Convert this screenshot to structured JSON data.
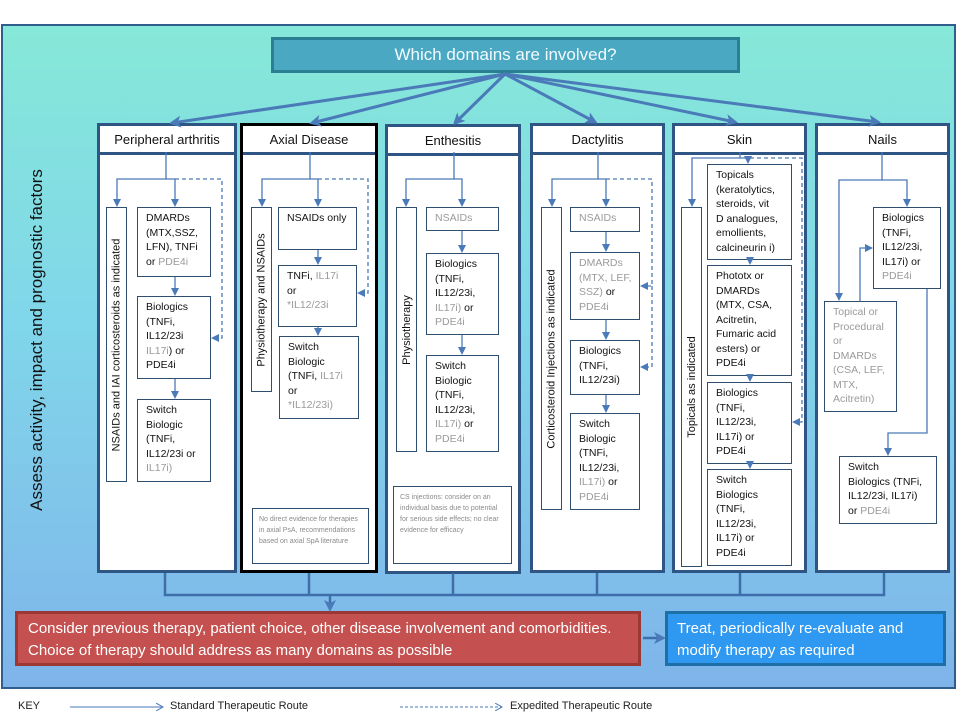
{
  "question": "Which domains are involved?",
  "side_label": "Assess activity, impact and prognostic factors",
  "colors": {
    "background_top": "#86e8d8",
    "background_bottom": "#7fb4ea",
    "question_box": "#4aa8c2",
    "red_box": "#c4504f",
    "blue_box": "#2f98f0",
    "line": "#4a7ab8",
    "grey_text": "#9a9a9a"
  },
  "domains": [
    {
      "title": "Peripheral arthritis",
      "vertical": {
        "parts": [
          {
            "t": "NSAIDs and ",
            "grey": false
          },
          {
            "t": "IAI corticosteroids",
            "grey": true
          },
          {
            "t": " as indicated",
            "grey": false
          }
        ]
      },
      "boxes": [
        [
          [
            {
              "t": "DMARDs",
              "grey": false
            }
          ],
          [
            {
              "t": "(MTX,SSZ,",
              "grey": false
            }
          ],
          [
            {
              "t": "LFN), TNFi",
              "grey": false
            }
          ],
          [
            {
              "t": "or ",
              "grey": false
            },
            {
              "t": "PDE4i",
              "grey": true
            }
          ]
        ],
        [
          [
            {
              "t": "Biologics",
              "grey": false
            }
          ],
          [
            {
              "t": "(TNFi,",
              "grey": false
            }
          ],
          [
            {
              "t": "IL12/23i",
              "grey": false
            }
          ],
          [
            {
              "t": "IL17i",
              "grey": true
            },
            {
              "t": ") or",
              "grey": false
            }
          ],
          [
            {
              "t": "PDE4i",
              "grey": false
            }
          ]
        ],
        [
          [
            {
              "t": "Switch",
              "grey": false
            }
          ],
          [
            {
              "t": "Biologic",
              "grey": false
            }
          ],
          [
            {
              "t": "(TNFi,",
              "grey": false
            }
          ],
          [
            {
              "t": "IL12/23i or",
              "grey": false
            }
          ],
          [
            {
              "t": "IL17i)",
              "grey": true
            }
          ]
        ]
      ]
    },
    {
      "title": "Axial Disease",
      "vertical": {
        "parts": [
          {
            "t": "Physiotherapy and NSAIDs",
            "grey": false
          }
        ]
      },
      "boxes": [
        [
          [
            {
              "t": "NSAIDs only",
              "grey": false
            }
          ]
        ],
        [
          [
            {
              "t": "TNFi, ",
              "grey": false
            },
            {
              "t": "IL17i",
              "grey": true
            }
          ],
          [
            {
              "t": "or",
              "grey": false
            }
          ],
          [
            {
              "t": "*IL12/23i",
              "grey": true
            }
          ]
        ],
        [
          [
            {
              "t": "Switch",
              "grey": false
            }
          ],
          [
            {
              "t": "Biologic",
              "grey": false
            }
          ],
          [
            {
              "t": "(TNFi, ",
              "grey": false
            },
            {
              "t": "IL17i",
              "grey": true
            }
          ],
          [
            {
              "t": "or",
              "grey": false
            }
          ],
          [
            {
              "t": "*IL12/23i)",
              "grey": true
            }
          ]
        ]
      ],
      "note": "No direct evidence for therapies in axial PsA, recommendations based on axial SpA literature"
    },
    {
      "title": "Enthesitis",
      "vertical": {
        "parts": [
          {
            "t": "Physiotherapy",
            "grey": true
          }
        ]
      },
      "boxes": [
        [
          [
            {
              "t": "NSAIDs",
              "grey": true
            }
          ]
        ],
        [
          [
            {
              "t": "Biologics",
              "grey": false
            }
          ],
          [
            {
              "t": "(TNFi,",
              "grey": false
            }
          ],
          [
            {
              "t": "IL12/23i,",
              "grey": false
            }
          ],
          [
            {
              "t": "IL17i)",
              "grey": true
            },
            {
              "t": " or",
              "grey": false
            }
          ],
          [
            {
              "t": "PDE4i",
              "grey": true
            }
          ]
        ],
        [
          [
            {
              "t": "Switch",
              "grey": false
            }
          ],
          [
            {
              "t": "Biologic",
              "grey": false
            }
          ],
          [
            {
              "t": "(TNFi,",
              "grey": false
            }
          ],
          [
            {
              "t": "IL12/23i,",
              "grey": false
            }
          ],
          [
            {
              "t": "IL17i)",
              "grey": true
            },
            {
              "t": " or",
              "grey": false
            }
          ],
          [
            {
              "t": "PDE4i",
              "grey": true
            }
          ]
        ]
      ],
      "note": "CS injections: consider on an individual basis due to potential for serious side effects; no clear evidence for efficacy"
    },
    {
      "title": "Dactylitis",
      "vertical": {
        "parts": [
          {
            "t": "Corticosteroid Injections as indicated",
            "grey": false
          }
        ]
      },
      "boxes": [
        [
          [
            {
              "t": "NSAIDs",
              "grey": true
            }
          ]
        ],
        [
          [
            {
              "t": "DMARDs",
              "grey": true
            }
          ],
          [
            {
              "t": "(MTX, LEF,",
              "grey": true
            }
          ],
          [
            {
              "t": "SSZ)",
              "grey": true
            },
            {
              "t": " or",
              "grey": false
            }
          ],
          [
            {
              "t": "PDE4i",
              "grey": true
            }
          ]
        ],
        [
          [
            {
              "t": "Biologics",
              "grey": false
            }
          ],
          [
            {
              "t": "(TNFi,",
              "grey": false
            }
          ],
          [
            {
              "t": "IL12/23i)",
              "grey": false
            }
          ]
        ],
        [
          [
            {
              "t": "Switch",
              "grey": false
            }
          ],
          [
            {
              "t": "Biologic",
              "grey": false
            }
          ],
          [
            {
              "t": "(TNFi,",
              "grey": false
            }
          ],
          [
            {
              "t": "IL12/23i,",
              "grey": false
            }
          ],
          [
            {
              "t": "IL17i)",
              "grey": true
            },
            {
              "t": " or",
              "grey": false
            }
          ],
          [
            {
              "t": "PDE4i",
              "grey": true
            }
          ]
        ]
      ]
    },
    {
      "title": "Skin",
      "vertical": {
        "parts": [
          {
            "t": "Topicals as indicated",
            "grey": false
          }
        ]
      },
      "boxes": [
        [
          [
            {
              "t": "Topicals",
              "grey": false
            }
          ],
          [
            {
              "t": "(keratolytics,",
              "grey": false
            }
          ],
          [
            {
              "t": "steroids, vit",
              "grey": false
            }
          ],
          [
            {
              "t": "D analogues,",
              "grey": false
            }
          ],
          [
            {
              "t": "emollients,",
              "grey": false
            }
          ],
          [
            {
              "t": "calcineurin i)",
              "grey": false
            }
          ]
        ],
        [
          [
            {
              "t": "Phototx or",
              "grey": false
            }
          ],
          [
            {
              "t": "DMARDs",
              "grey": false
            }
          ],
          [
            {
              "t": "(MTX, CSA,",
              "grey": false
            }
          ],
          [
            {
              "t": "Acitretin,",
              "grey": false
            }
          ],
          [
            {
              "t": "Fumaric acid",
              "grey": false
            }
          ],
          [
            {
              "t": "esters) or",
              "grey": false
            }
          ],
          [
            {
              "t": "PDE4i",
              "grey": false
            }
          ]
        ],
        [
          [
            {
              "t": "Biologics",
              "grey": false
            }
          ],
          [
            {
              "t": "(TNFi,",
              "grey": false
            }
          ],
          [
            {
              "t": "IL12/23i,",
              "grey": false
            }
          ],
          [
            {
              "t": "IL17i) or",
              "grey": false
            }
          ],
          [
            {
              "t": "PDE4i",
              "grey": false
            }
          ]
        ],
        [
          [
            {
              "t": "Switch",
              "grey": false
            }
          ],
          [
            {
              "t": "Biologics",
              "grey": false
            }
          ],
          [
            {
              "t": "(TNFi,",
              "grey": false
            }
          ],
          [
            {
              "t": "IL12/23i,",
              "grey": false
            }
          ],
          [
            {
              "t": "IL17i) or",
              "grey": false
            }
          ],
          [
            {
              "t": "PDE4i",
              "grey": false
            }
          ]
        ]
      ]
    },
    {
      "title": "Nails",
      "boxes": [
        [
          [
            {
              "t": "Biologics",
              "grey": false
            }
          ],
          [
            {
              "t": "(TNFi,",
              "grey": false
            }
          ],
          [
            {
              "t": "IL12/23i,",
              "grey": false
            }
          ],
          [
            {
              "t": "IL17i) or",
              "grey": false
            }
          ],
          [
            {
              "t": "PDE4i",
              "grey": true
            }
          ]
        ],
        [
          [
            {
              "t": "Topical or",
              "grey": true
            }
          ],
          [
            {
              "t": "Procedural",
              "grey": true
            }
          ],
          [
            {
              "t": "or",
              "grey": true
            }
          ],
          [
            {
              "t": "DMARDs",
              "grey": true
            }
          ],
          [
            {
              "t": "(CSA, LEF,",
              "grey": true
            }
          ],
          [
            {
              "t": "MTX,",
              "grey": true
            }
          ],
          [
            {
              "t": "Acitretin)",
              "grey": true
            }
          ]
        ],
        [
          [
            {
              "t": "Switch",
              "grey": false
            }
          ],
          [
            {
              "t": "Biologics (TNFi,",
              "grey": false
            }
          ],
          [
            {
              "t": "IL12/23i, IL17i)",
              "grey": false
            }
          ],
          [
            {
              "t": "or ",
              "grey": false
            },
            {
              "t": "PDE4i",
              "grey": true
            }
          ]
        ]
      ]
    }
  ],
  "bottom": {
    "consider": "Consider previous therapy, patient choice, other disease involvement and comorbidities.  Choice of therapy should address as many domains as possible",
    "treat": "Treat, periodically re-evaluate and modify therapy as required"
  },
  "key": {
    "label": "KEY",
    "standard": "Standard Therapeutic Route",
    "expedited": "Expedited Therapeutic Route"
  }
}
